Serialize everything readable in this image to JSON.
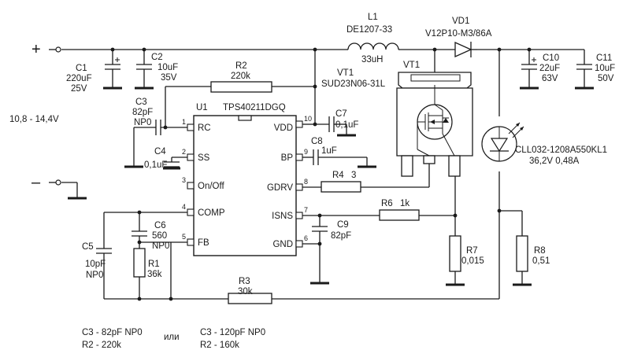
{
  "supply": {
    "plus": "+",
    "minus": "–",
    "range": "10,8 - 14,4V"
  },
  "c1": {
    "ref": "C1",
    "val1": "220uF",
    "val2": "25V"
  },
  "c2": {
    "ref": "C2",
    "val1": "10uF",
    "val2": "35V"
  },
  "l1": {
    "ref": "L1",
    "part": "DE1207-33",
    "val": "33uH"
  },
  "vd1": {
    "ref": "VD1",
    "part": "V12P10-M3/86A"
  },
  "c10": {
    "ref": "C10",
    "val1": "22uF",
    "val2": "63V"
  },
  "c11": {
    "ref": "C11",
    "val1": "10uF",
    "val2": "50V"
  },
  "r2": {
    "ref": "R2",
    "val": "220k"
  },
  "vt1": {
    "ref": "VT1",
    "part": "SUD23N06-31L",
    "body_ref": "VT1"
  },
  "c3": {
    "ref": "C3",
    "val1": "82pF",
    "val2": "NP0"
  },
  "u1": {
    "ref": "U1",
    "part": "TPS40211DGQ"
  },
  "c7": {
    "ref": "C7",
    "val": "0,1uF"
  },
  "c8": {
    "ref": "C8",
    "val": "1uF"
  },
  "c4": {
    "ref": "C4",
    "val": "0,1uF"
  },
  "r4": {
    "ref": "R4",
    "val": "3"
  },
  "r6": {
    "ref": "R6",
    "val": "1k"
  },
  "c9": {
    "ref": "C9",
    "val": "82pF"
  },
  "c6": {
    "ref": "C6",
    "val1": "560",
    "val2": "NP0"
  },
  "c5": {
    "ref": "C5",
    "val1": "10pF",
    "val2": "NP0"
  },
  "r1": {
    "ref": "R1",
    "val": "36k"
  },
  "r7": {
    "ref": "R7",
    "val": "0,015"
  },
  "r8": {
    "ref": "R8",
    "val": "0,51"
  },
  "r3": {
    "ref": "R3",
    "val": "30k"
  },
  "led": {
    "part": "CLL032-1208A550KL1",
    "rating": "36,2V  0,48A"
  },
  "pins_left": [
    {
      "num": "1",
      "name": "RC"
    },
    {
      "num": "2",
      "name": "SS"
    },
    {
      "num": "3",
      "name": "On/Off"
    },
    {
      "num": "4",
      "name": "COMP"
    },
    {
      "num": "5",
      "name": "FB"
    }
  ],
  "pins_right": [
    {
      "num": "10",
      "name": "VDD"
    },
    {
      "num": "9",
      "name": "BP"
    },
    {
      "num": "8",
      "name": "GDRV"
    },
    {
      "num": "7",
      "name": "ISNS"
    },
    {
      "num": "6",
      "name": "GND"
    }
  ],
  "notes": {
    "alt1_c3": "C3 - 82pF NP0",
    "alt1_r2": "R2 - 220k",
    "or": "или",
    "alt2_c3": "C3 - 120pF NP0",
    "alt2_r2": "R2 - 160k"
  }
}
